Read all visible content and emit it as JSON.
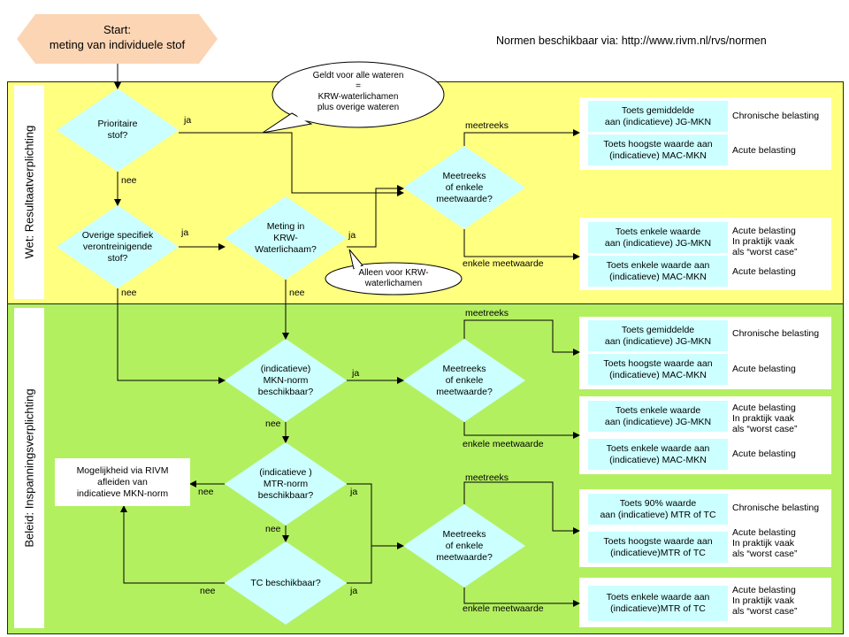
{
  "header": {
    "norms_source": "Normen  beschikbaar via: http://www.rivm.nl/rvs/normen"
  },
  "start": {
    "line1": "Start:",
    "line2": "meting van individuele stof"
  },
  "sections": {
    "top": "Wet: Resultaatverplichting",
    "bottom": "Beleid: Inspanningsverplichting"
  },
  "callouts": {
    "all_waters": [
      "Geldt voor alle wateren",
      "=",
      "KRW-waterlichamen",
      "plus overige wateren"
    ],
    "krw_only": [
      "Alleen voor KRW-",
      "waterlichamen"
    ]
  },
  "decisions": {
    "prioritaire": [
      "Prioritaire",
      "stof?"
    ],
    "overige": [
      "Overige specifiek",
      "verontreinigende",
      "stof?"
    ],
    "meting_krw": [
      "Meting in",
      "KRW-",
      "Waterlichaam?"
    ],
    "meetreeks_1": [
      "Meetreeks",
      "of enkele",
      "meetwaarde?"
    ],
    "mkn_norm": [
      "(indicatieve)",
      "MKN-norm",
      "beschikbaar?"
    ],
    "meetreeks_2": [
      "Meetreeks",
      "of enkele",
      "meetwaarde?"
    ],
    "mtr_norm": [
      "(indicatieve )",
      "MTR-norm",
      "beschikbaar?"
    ],
    "tc": [
      "TC beschikbaar?"
    ],
    "meetreeks_3": [
      "Meetreeks",
      "of enkele",
      "meetwaarde?"
    ]
  },
  "edge_labels": {
    "ja": "ja",
    "nee": "nee",
    "meetreeks": "meetreeks",
    "enkele": "enkele meetwaarde"
  },
  "boxes": {
    "b1": [
      "Toets gemiddelde",
      "aan (indicatieve) JG-MKN"
    ],
    "b2": [
      "Toets hoogste waarde aan",
      "(indicatieve) MAC-MKN"
    ],
    "b3": [
      "Toets enkele waarde",
      "aan (indicatieve) JG-MKN"
    ],
    "b4": [
      "Toets enkele waarde aan",
      "(indicatieve) MAC-MKN"
    ],
    "b5": [
      "Toets gemiddelde",
      "aan (indicatieve) JG-MKN"
    ],
    "b6": [
      "Toets hoogste waarde aan",
      "(indicatieve) MAC-MKN"
    ],
    "b7": [
      "Toets enkele waarde",
      "aan (indicatieve) JG-MKN"
    ],
    "b8": [
      "Toets enkele waarde aan",
      "(indicatieve) MAC-MKN"
    ],
    "b9": [
      "Toets 90% waarde",
      "aan (indicatieve) MTR of TC"
    ],
    "b10": [
      "Toets hoogste waarde aan",
      "(indicatieve)MTR of TC"
    ],
    "b11": [
      "Toets enkele waarde aan",
      "(indicatieve)MTR of TC"
    ],
    "rivm": [
      "Mogelijkheid via RIVM",
      "afleiden van",
      "indicatieve MKN-norm"
    ]
  },
  "notes": {
    "n1": [
      "Chronische belasting"
    ],
    "n2": [
      "Acute belasting"
    ],
    "n3": [
      "Acute belasting",
      "In praktijk vaak",
      "als “worst case”"
    ],
    "n4": [
      "Acute belasting"
    ],
    "n5": [
      "Chronische belasting"
    ],
    "n6": [
      "Acute belasting"
    ],
    "n7": [
      "Acute belasting",
      "In praktijk vaak",
      "als “worst case”"
    ],
    "n8": [
      "Acute belasting"
    ],
    "n9": [
      "Chronische belasting"
    ],
    "n10": [
      "Acute belasting",
      "In praktijk vaak",
      "als “worst case”"
    ],
    "n11": [
      "Acute belasting",
      "In praktijk vaak",
      "als “worst case”"
    ]
  },
  "colors": {
    "top_zone": "#ffff80",
    "bottom_zone": "#b3f060",
    "decision": "#ccffff",
    "start": "#fcd5b4"
  }
}
